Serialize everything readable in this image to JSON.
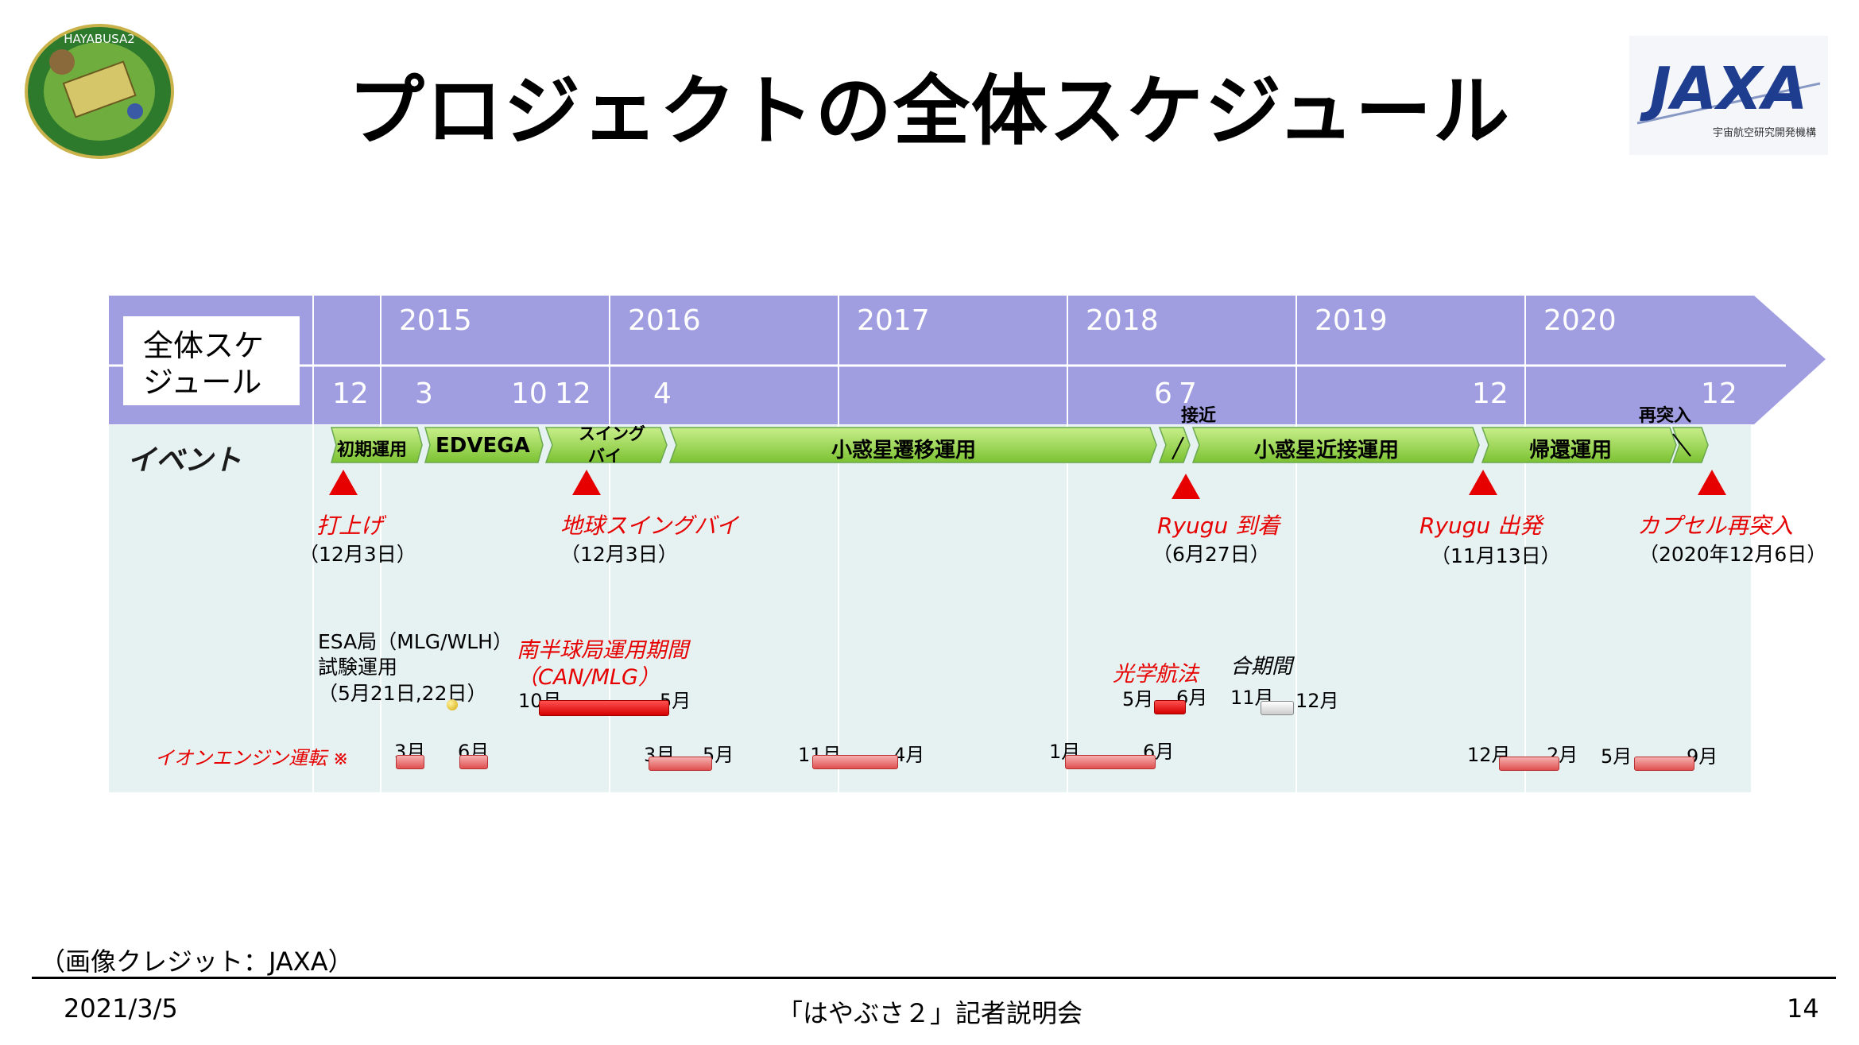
{
  "title": "プロジェクトの全体スケジュール",
  "logos": {
    "left": {
      "text": "HAYABUSA2",
      "icon": "hayabusa2-mission-patch"
    },
    "right": {
      "text": "JAXA",
      "sub": "宇宙航空研究開発機構",
      "icon": "jaxa-logo"
    }
  },
  "header": {
    "label": "全体スケ\nジュール",
    "years": [
      "2015",
      "2016",
      "2017",
      "2018",
      "2019",
      "2020"
    ],
    "months": [
      "12",
      "3",
      "10",
      "12",
      "4",
      "6",
      "7",
      "12",
      "12"
    ],
    "colors": {
      "bar": "#a09ee0",
      "arrow": "#9c9ae0",
      "bg": "#e6f2f2",
      "green": "#92d050",
      "red": "#e60000"
    }
  },
  "event_row": {
    "label": "イベント",
    "segments": [
      "初期運用",
      "EDVEGA",
      "スイング",
      "バイ",
      "小惑星遷移運用",
      "小惑星近接運用",
      "帰還運用"
    ],
    "approach": "接近",
    "reentry": "再突入"
  },
  "events": [
    {
      "name": "打上げ",
      "date": "（12月3日）"
    },
    {
      "name": "地球スイングバイ",
      "date": "（12月3日）"
    },
    {
      "name": "Ryugu 到着",
      "date": "（6月27日）"
    },
    {
      "name": "Ryugu 出発",
      "date": "（11月13日）"
    },
    {
      "name": "カプセル再突入",
      "date": "（2020年12月6日）"
    }
  ],
  "esa": {
    "line1": "ESA局（MLG/WLH）",
    "line2": "試験運用",
    "line3": "（5月21日,22日）"
  },
  "southern": {
    "line1": "南半球局運用期間",
    "line2": "（CAN/MLG）",
    "start": "10月",
    "end": "5月"
  },
  "optical": {
    "label": "光学航法",
    "start": "5月",
    "end": "6月"
  },
  "conjunction": {
    "label": "合期間",
    "start": "11月",
    "end": "12月"
  },
  "ion": {
    "label": "イオンエンジン運転 ※",
    "months": [
      "3月",
      "6月",
      "3月",
      "5月",
      "11月",
      "4月",
      "1月",
      "6月",
      "12月",
      "2月",
      "5月",
      "9月"
    ]
  },
  "credit": "（画像クレジット：JAXA）",
  "footer": {
    "date": "2021/3/5",
    "center": "「はやぶさ２」記者説明会",
    "page": "14"
  }
}
